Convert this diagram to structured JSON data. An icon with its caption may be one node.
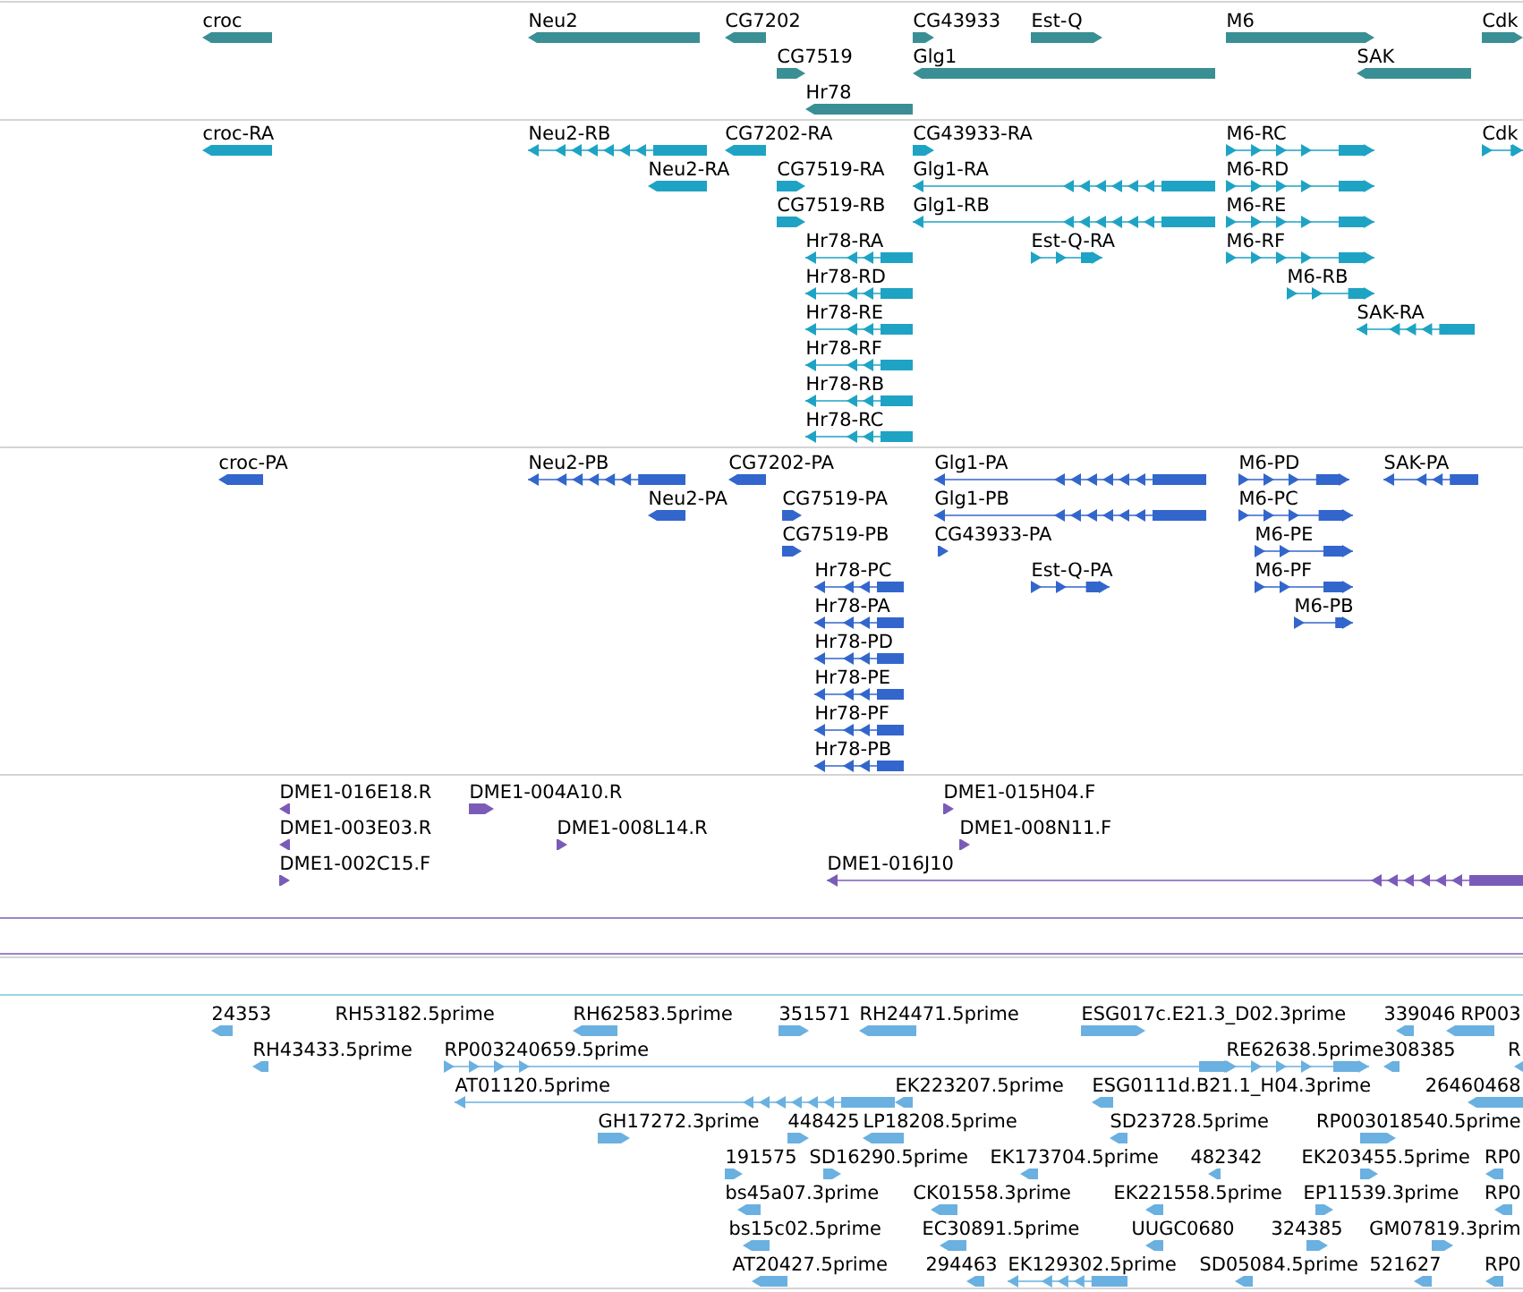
{
  "diagram": {
    "labels": [
      "croc",
      "Neu2",
      "CG7202",
      "CG43933",
      "Est-Q",
      "M6",
      "Cdk",
      "CG7519",
      "Glg1",
      "SAK",
      "Hr78",
      "croc-RA",
      "Neu2-RB",
      "CG7202-RA",
      "CG43933-RA",
      "M6-RC",
      "Cdk",
      "Neu2-RA",
      "CG7519-RA",
      "Glg1-RA",
      "M6-RD",
      "CG7519-RB",
      "Glg1-RB",
      "M6-RE",
      "Hr78-RA",
      "Est-Q-RA",
      "M6-RF",
      "Hr78-RD",
      "M6-RB",
      "Hr78-RE",
      "SAK-RA",
      "Hr78-RF",
      "Hr78-RB",
      "Hr78-RC",
      "croc-PA",
      "Neu2-PB",
      "CG7202-PA",
      "Glg1-PA",
      "M6-PD",
      "SAK-PA",
      "Neu2-PA",
      "CG7519-PA",
      "Glg1-PB",
      "M6-PC",
      "CG7519-PB",
      "CG43933-PA",
      "M6-PE",
      "Hr78-PC",
      "Est-Q-PA",
      "M6-PF",
      "Hr78-PA",
      "M6-PB",
      "Hr78-PD",
      "Hr78-PE",
      "Hr78-PF",
      "Hr78-PB",
      "DME1-016E18.R",
      "DME1-004A10.R",
      "DME1-015H04.F",
      "DME1-003E03.R",
      "DME1-008L14.R",
      "DME1-008N11.F",
      "DME1-002C15.F",
      "DME1-016J10",
      "24353",
      "RH53182.5prime",
      "RH62583.5prime",
      "351571",
      "RH24471.5prime",
      "ESG017c.E21.3_D02.3prime",
      "339046",
      "RP003",
      "RH43433.5prime",
      "RP003240659.5prime",
      "RE62638.5prime",
      "308385",
      "R",
      "AT01120.5prime",
      "EK223207.5prime",
      "ESG0111d.B21.1_H04.3prime",
      "26460468",
      "GH17272.3prime",
      "448425",
      "LP18208.5prime",
      "SD23728.5prime",
      "RP003018540.5prime",
      "191575",
      "SD16290.5prime",
      "EK173704.5prime",
      "482342",
      "EK203455.5prime",
      "RP0",
      "bs45a07.3prime",
      "CK01558.3prime",
      "EK221558.5prime",
      "EP11539.3prime",
      "RP0",
      "bs15c02.5prime",
      "EC30891.5prime",
      "UUGC0680",
      "324385",
      "GM07819.3prim",
      "AT20427.5prime",
      "294463",
      "EK129302.5prime",
      "SD05084.5prime",
      "521627",
      "RP0"
    ]
  }
}
